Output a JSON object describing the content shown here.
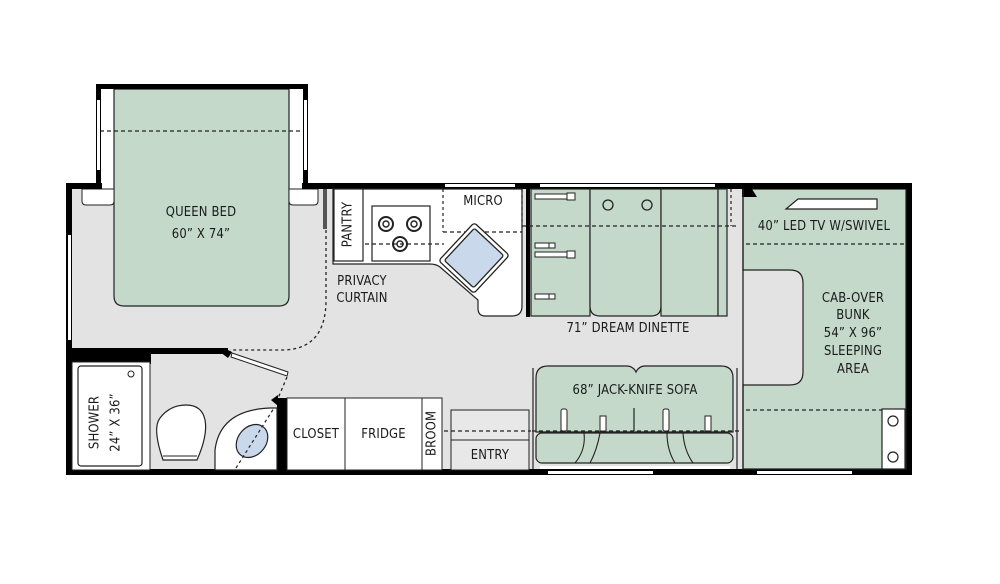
{
  "floorplan": {
    "colors": {
      "floor": "#e3e3e3",
      "furniture_green": "#c5d9cb",
      "sink_blue": "#cad8ec",
      "wall": "#000000",
      "cabinet": "#ffffff"
    },
    "rooms": {
      "queen_bed": {
        "name": "QUEEN BED",
        "size": "60” X 74”"
      },
      "pantry": "PANTRY",
      "privacy_curtain_line1": "PRIVACY",
      "privacy_curtain_line2": "CURTAIN",
      "micro": "MICRO",
      "dinette": "71” DREAM DINETTE",
      "tv": "40” LED TV W/SWIVEL",
      "cab_over_bunk": {
        "line1": "CAB-OVER",
        "line2": "BUNK",
        "line3": "54” X 96”",
        "line4": "SLEEPING",
        "line5": "AREA"
      },
      "shower": {
        "name": "SHOWER",
        "size": "24” X 36”"
      },
      "closet": "CLOSET",
      "fridge": "FRIDGE",
      "broom": "BROOM",
      "entry": "ENTRY",
      "sofa": "68” JACK-KNIFE SOFA"
    }
  }
}
